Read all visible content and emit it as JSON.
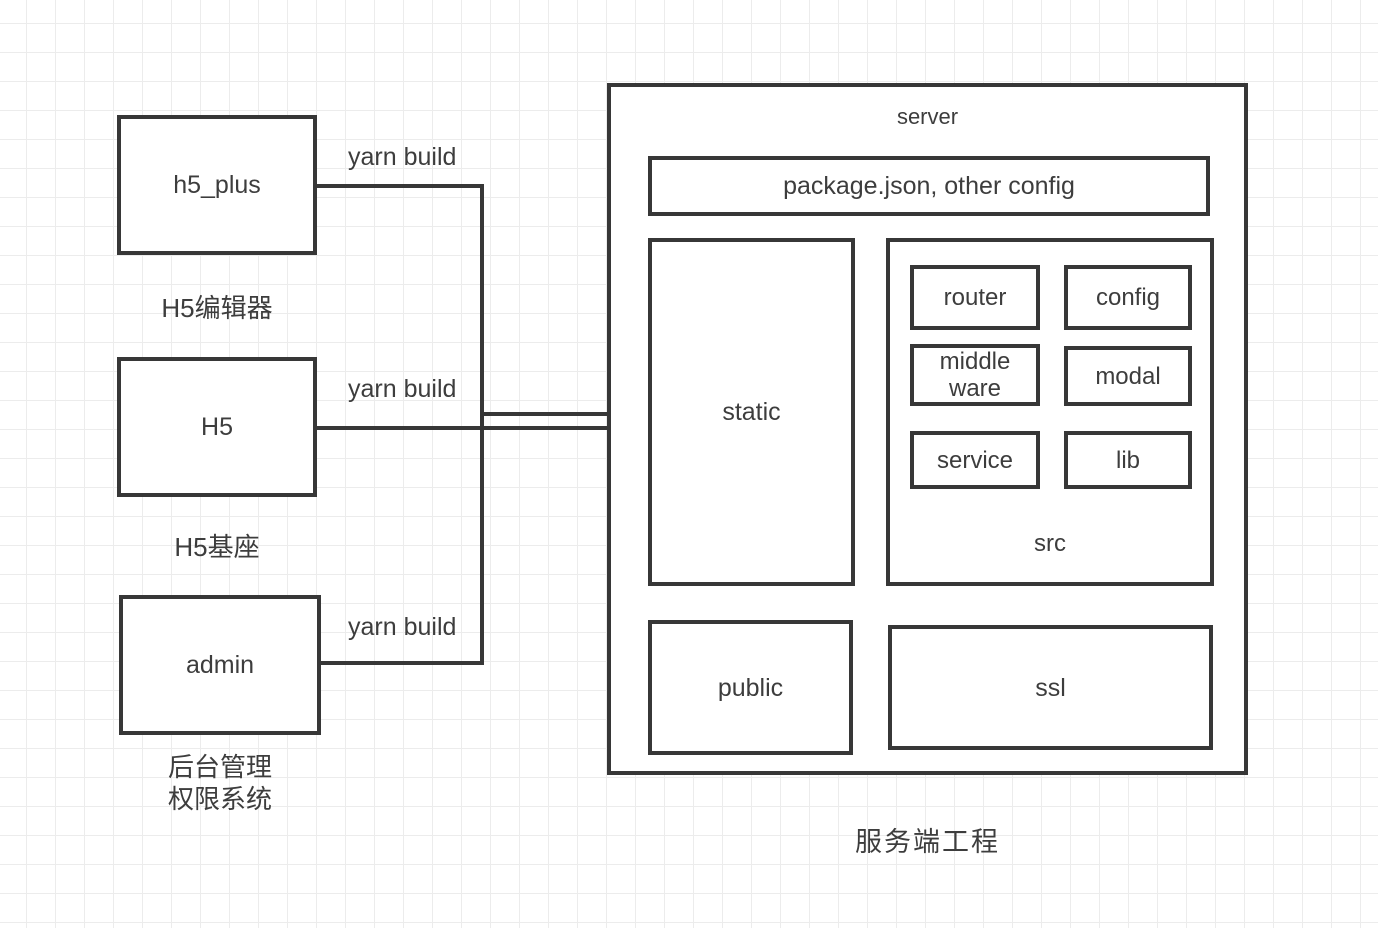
{
  "canvas": {
    "background": "#ffffff",
    "grid_color": "#ececec",
    "stroke_color": "#373737",
    "text_color": "#3d3d3d"
  },
  "clients": [
    {
      "box_label": "h5_plus",
      "caption_lines": [
        "H5编辑器"
      ],
      "edge_label": "yarn build"
    },
    {
      "box_label": "H5",
      "caption_lines": [
        "H5基座"
      ],
      "edge_label": "yarn build"
    },
    {
      "box_label": "admin",
      "caption_lines": [
        "后台管理",
        "权限系统"
      ],
      "edge_label": "yarn build"
    }
  ],
  "server": {
    "title": "server",
    "config_box_label": "package.json, other config",
    "static_label": "static",
    "src_label": "src",
    "modules": [
      "router",
      "config",
      "middle ware",
      "modal",
      "service",
      "lib"
    ],
    "public_label": "public",
    "ssl_label": "ssl"
  },
  "footer_caption": "服务端工程"
}
